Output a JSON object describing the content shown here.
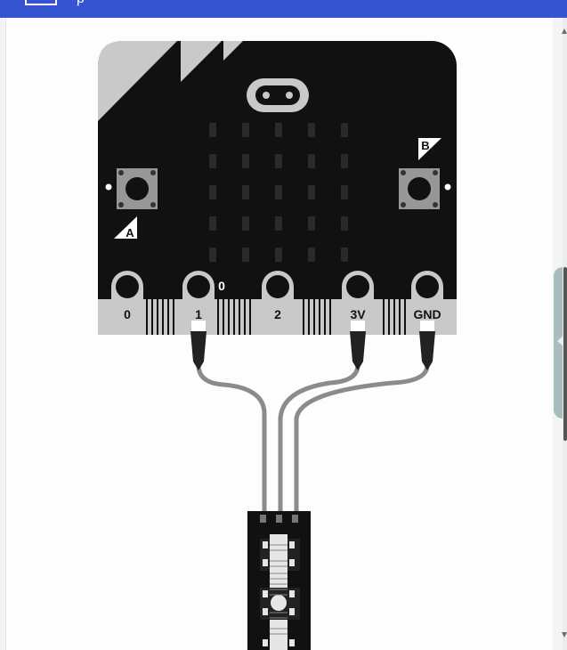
{
  "header": {
    "title": "p"
  },
  "board": {
    "pins": [
      "0",
      "1",
      "2",
      "3V",
      "GND"
    ],
    "pin_value_label": "0",
    "button_a_label": "A",
    "button_b_label": "B"
  },
  "colors": {
    "header_bg": "#3454d1",
    "board_body": "#111111",
    "board_edge": "#c9c9c9",
    "wire": "#8b8b8b",
    "side_tab": "#a9bdbd"
  }
}
